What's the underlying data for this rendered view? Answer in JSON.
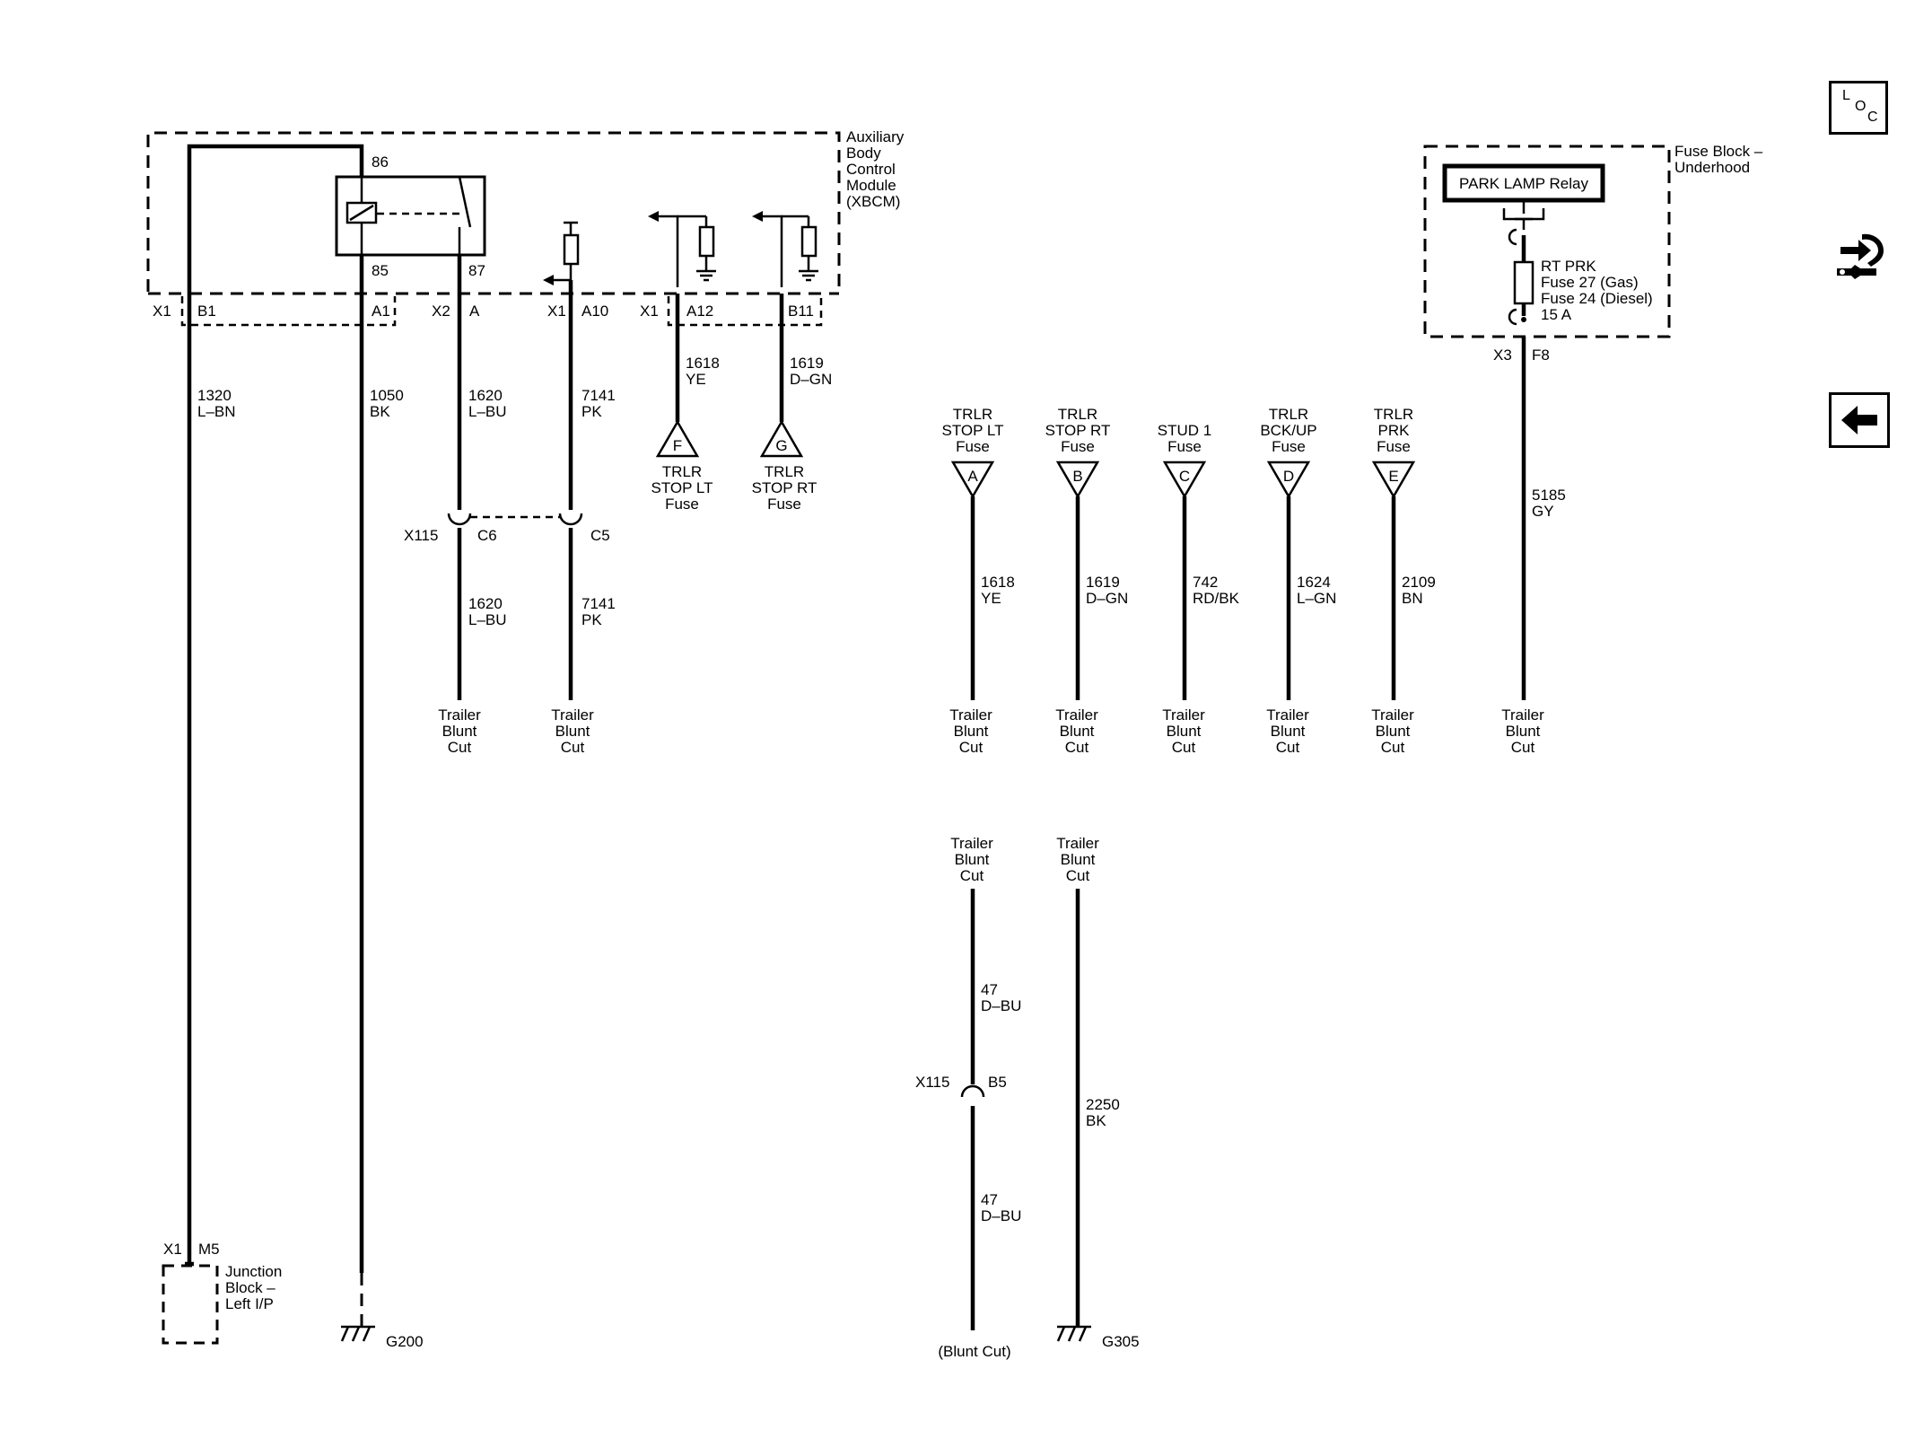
{
  "modules": {
    "xbcm": [
      "Auxiliary",
      "Body",
      "Control",
      "Module",
      "(XBCM)"
    ],
    "fuse_block": [
      "Fuse Block –",
      "Underhood"
    ],
    "relay_label": "PARK LAMP Relay",
    "fuse_text": [
      "RT PRK",
      "Fuse 27 (Gas)",
      "Fuse 24 (Diesel)",
      "15 A"
    ],
    "junction_block": [
      "Junction",
      "Block –",
      "Left I/P"
    ]
  },
  "pins": {
    "p86": "86",
    "p85": "85",
    "p87": "87",
    "x1_b1": "X1",
    "b1": "B1",
    "a1": "A1",
    "x2": "X2",
    "a": "A",
    "x1_a10": "X1",
    "a10": "A10",
    "x1_a12": "X1",
    "a12": "A12",
    "b11": "B11",
    "x3": "X3",
    "f8": "F8",
    "x115_c": "X115",
    "c6": "C6",
    "c5": "C5",
    "x115_b": "X115",
    "b5": "B5",
    "x1_m5": "X1",
    "m5": "M5"
  },
  "wires": {
    "w1320": [
      "1320",
      "L–BN"
    ],
    "w1050": [
      "1050",
      "BK"
    ],
    "w1620a": [
      "1620",
      "L–BU"
    ],
    "w1620b": [
      "1620",
      "L–BU"
    ],
    "w7141a": [
      "7141",
      "PK"
    ],
    "w7141b": [
      "7141",
      "PK"
    ],
    "w1618_top": [
      "1618",
      "YE"
    ],
    "w1619_top": [
      "1619",
      "D–GN"
    ],
    "w1618": [
      "1618",
      "YE"
    ],
    "w1619": [
      "1619",
      "D–GN"
    ],
    "w742": [
      "742",
      "RD/BK"
    ],
    "w1624": [
      "1624",
      "L–GN"
    ],
    "w2109": [
      "2109",
      "BN"
    ],
    "w5185": [
      "5185",
      "GY"
    ],
    "w47a": [
      "47",
      "D–BU"
    ],
    "w47b": [
      "47",
      "D–BU"
    ],
    "w2250": [
      "2250",
      "BK"
    ]
  },
  "inline_refs": {
    "f": {
      "letter": "F",
      "label": [
        "TRLR",
        "STOP LT",
        "Fuse"
      ]
    },
    "g": {
      "letter": "G",
      "label": [
        "TRLR",
        "STOP RT",
        "Fuse"
      ]
    }
  },
  "fuse_refs": [
    {
      "letter": "A",
      "label": [
        "TRLR",
        "STOP LT",
        "Fuse"
      ]
    },
    {
      "letter": "B",
      "label": [
        "TRLR",
        "STOP RT",
        "Fuse"
      ]
    },
    {
      "letter": "C",
      "label": [
        "STUD 1",
        "Fuse"
      ]
    },
    {
      "letter": "D",
      "label": [
        "TRLR",
        "BCK/UP",
        "Fuse"
      ]
    },
    {
      "letter": "E",
      "label": [
        "TRLR",
        "PRK",
        "Fuse"
      ]
    }
  ],
  "blunt_cut": [
    "Trailer",
    "Blunt",
    "Cut"
  ],
  "blunt_cut_short": "(Blunt Cut)",
  "grounds": {
    "g200": "G200",
    "g305": "G305"
  },
  "nav": {
    "loc_letters": [
      "L",
      "O",
      "C"
    ],
    "loc_icon": "location-icon",
    "tools_icon": "tools-icon",
    "back_icon": "back-arrow-icon"
  }
}
